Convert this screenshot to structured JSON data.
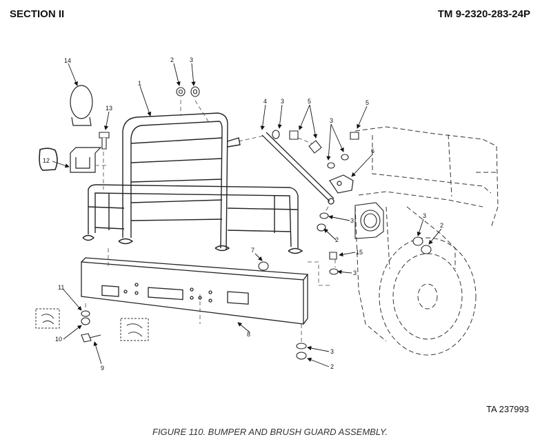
{
  "header": {
    "section": "SECTION II",
    "tm": "TM 9-2320-283-24P"
  },
  "callouts": {
    "n1": "1",
    "n2a": "2",
    "n3a": "3",
    "n4": "4",
    "n3b": "3",
    "n5a": "5",
    "n5b": "5",
    "n3c": "3",
    "n6": "6",
    "n14": "14",
    "n13": "13",
    "n12": "12",
    "n3d": "3",
    "n2b": "2",
    "n3e": "3",
    "n2c": "2",
    "n7": "7",
    "n15": "15",
    "n3f": "3",
    "n11": "11",
    "n10": "10",
    "n8": "8",
    "n9": "9",
    "n3g": "3",
    "n2d": "2"
  },
  "ta_number": "TA 237993",
  "caption": "FIGURE 110.  BUMPER AND BRUSH GUARD ASSEMBLY."
}
